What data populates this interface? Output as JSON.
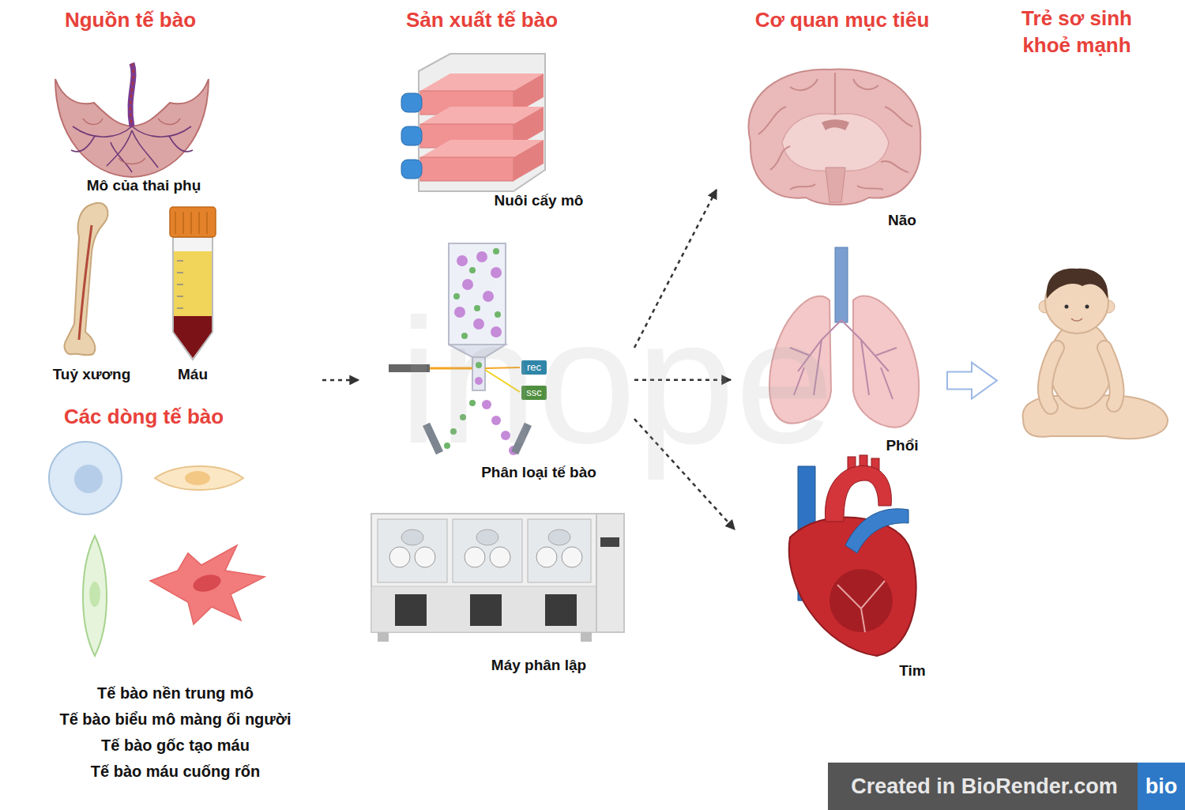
{
  "diagram": {
    "nodes": [
      {
        "text": [
          "Nguồn tế bào"
        ]
      },
      {
        "text": [
          "Mô của thai phụ"
        ],
        "in": 0
      },
      {
        "text": [
          "Tuỷ xương"
        ],
        "in": 0
      },
      {
        "text": [
          "Máu"
        ],
        "in": 0
      },
      {
        "text": [
          "Các dòng tế bào",
          "Tế bào nền trung mô",
          "Tế bào biểu mô màng ối người",
          "Tế bào gốc tạo máu",
          "Tế bào máu cuống rốn"
        ],
        "in": 0
      },
      {
        "text": [
          "Sản xuất tế bào"
        ]
      },
      {
        "text": [
          "Nuôi cấy mô"
        ],
        "in": 5
      },
      {
        "text": [
          "Phân loại tế bào"
        ],
        "in": 5
      },
      {
        "text": [
          "Máy phân lập"
        ],
        "in": 5
      },
      {
        "text": [
          "Cơ quan mục tiêu"
        ]
      },
      {
        "text": [
          "Não"
        ],
        "in": 9
      },
      {
        "text": [
          "Phổi"
        ],
        "in": 9
      },
      {
        "text": [
          "Tim"
        ],
        "in": 9
      },
      {
        "text": [
          "Trẻ sơ sinh khoẻ mạnh"
        ]
      }
    ],
    "edges": [
      {
        "from": 0,
        "to": 5,
        "arrow": "to"
      },
      {
        "from": 5,
        "to": 10,
        "arrow": "to"
      },
      {
        "from": 5,
        "to": 11,
        "arrow": "to"
      },
      {
        "from": 5,
        "to": 12,
        "arrow": "to"
      },
      {
        "from": 9,
        "to": 13,
        "arrow": "to"
      }
    ],
    "labels": [
      "rec",
      "ssc",
      "inope",
      "Created in BioRender.com",
      "bio"
    ]
  }
}
